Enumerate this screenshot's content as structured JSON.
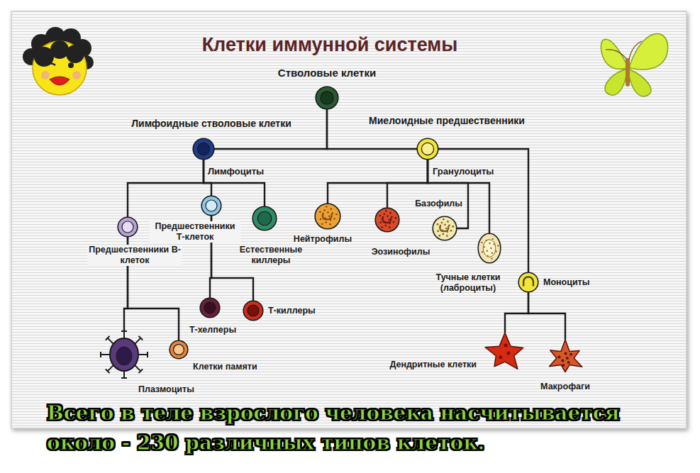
{
  "diagram": {
    "title": "Клетки иммунной системы",
    "caption": "Всего в теле взрослого человека насчитывается около - 230 различных типов клеток.",
    "nodes": [
      {
        "text": [
          "Стволовые клетки"
        ]
      },
      {
        "text": [
          "Лимфоидные стволовые клетки"
        ]
      },
      {
        "text": [
          "Миелоидные предшественники"
        ]
      },
      {
        "text": [
          "Предшественники В-клеток"
        ]
      },
      {
        "text": [
          "Предшественники Т-клеток"
        ]
      },
      {
        "text": [
          "Естественные киллеры"
        ]
      },
      {
        "text": [
          "Нейтрофилы"
        ]
      },
      {
        "text": [
          "Эозинофилы"
        ]
      },
      {
        "text": [
          "Базофилы"
        ]
      },
      {
        "text": [
          "Тучные клетки (лаброциты)"
        ]
      },
      {
        "text": [
          "Моноциты"
        ]
      },
      {
        "text": [
          "Т-хелперы"
        ]
      },
      {
        "text": [
          "Т-киллеры"
        ]
      },
      {
        "text": [
          "Плазмоциты"
        ]
      },
      {
        "text": [
          "Клетки памяти"
        ]
      },
      {
        "text": [
          "Дендритные клетки"
        ]
      },
      {
        "text": [
          "Макрофаги"
        ]
      }
    ],
    "edges": [
      {
        "from": 0,
        "to": 1,
        "arrow": "none"
      },
      {
        "from": 0,
        "to": 2,
        "arrow": "none"
      },
      {
        "from": 1,
        "to": 3,
        "arrow": "none"
      },
      {
        "from": 1,
        "to": 4,
        "arrow": "none"
      },
      {
        "from": 1,
        "to": 5,
        "arrow": "none"
      },
      {
        "from": 2,
        "to": 6,
        "arrow": "none"
      },
      {
        "from": 2,
        "to": 7,
        "arrow": "none"
      },
      {
        "from": 2,
        "to": 8,
        "arrow": "none"
      },
      {
        "from": 2,
        "to": 9,
        "arrow": "none"
      },
      {
        "from": 2,
        "to": 10,
        "arrow": "none"
      },
      {
        "from": 4,
        "to": 11,
        "arrow": "none"
      },
      {
        "from": 4,
        "to": 12,
        "arrow": "none"
      },
      {
        "from": 3,
        "to": 13,
        "arrow": "none"
      },
      {
        "from": 3,
        "to": 14,
        "arrow": "none"
      },
      {
        "from": 10,
        "to": 15,
        "arrow": "none"
      },
      {
        "from": 10,
        "to": 16,
        "arrow": "none"
      }
    ],
    "labels": [
      "Лимфоциты",
      "Гранулоциты"
    ]
  }
}
